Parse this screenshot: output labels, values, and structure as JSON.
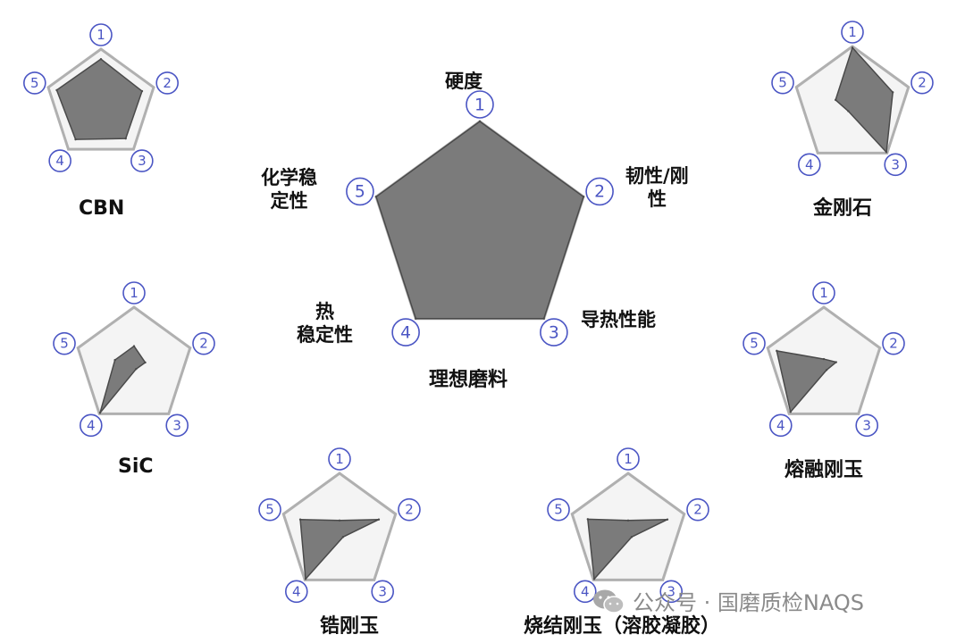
{
  "chart_data": [
    {
      "type": "radar",
      "title": "理想磨料",
      "axes": [
        "1",
        "2",
        "3",
        "4",
        "5"
      ],
      "axis_labels": [
        "硬度",
        "韧性/刚\n性",
        "导热性能",
        "热\n稳定性",
        "化学稳\n定性"
      ],
      "values": [
        5,
        5,
        5,
        5,
        5
      ],
      "max": 5
    },
    {
      "type": "radar",
      "title": "CBN",
      "axes": [
        "1",
        "2",
        "3",
        "4",
        "5"
      ],
      "values": [
        4.1,
        3.9,
        3.8,
        3.9,
        4.2
      ],
      "max": 5
    },
    {
      "type": "radar",
      "title": "金刚石",
      "axes": [
        "1",
        "2",
        "3",
        "4",
        "5"
      ],
      "values": [
        4.9,
        3.6,
        4.9,
        0.6,
        1.5
      ],
      "max": 5
    },
    {
      "type": "radar",
      "title": "SiC",
      "axes": [
        "1",
        "2",
        "3",
        "4",
        "5"
      ],
      "values": [
        1.7,
        1.0,
        0.3,
        4.9,
        1.7
      ],
      "max": 5
    },
    {
      "type": "radar",
      "title": "熔融刚玉",
      "axes": [
        "1",
        "2",
        "3",
        "4",
        "5"
      ],
      "values": [
        0.6,
        1.1,
        0.4,
        4.8,
        4.2
      ],
      "max": 5
    },
    {
      "type": "radar",
      "title": "锆刚玉",
      "axes": [
        "1",
        "2",
        "3",
        "4",
        "5"
      ],
      "values": [
        1.0,
        3.5,
        0.5,
        4.9,
        3.5
      ],
      "max": 5
    },
    {
      "type": "radar",
      "title": "烧结刚玉（溶胶凝胶）",
      "axes": [
        "1",
        "2",
        "3",
        "4",
        "5"
      ],
      "values": [
        1.0,
        3.5,
        0.5,
        4.9,
        3.6
      ],
      "max": 5
    }
  ],
  "watermark": {
    "text": "公众号 · 国磨质检NAQS",
    "icon": "wechat-icon"
  },
  "colors": {
    "fill": "#7b7b7b",
    "stroke": "#4a4a4a",
    "grid": "#b0b0b0",
    "badge": "#4b56c4"
  }
}
